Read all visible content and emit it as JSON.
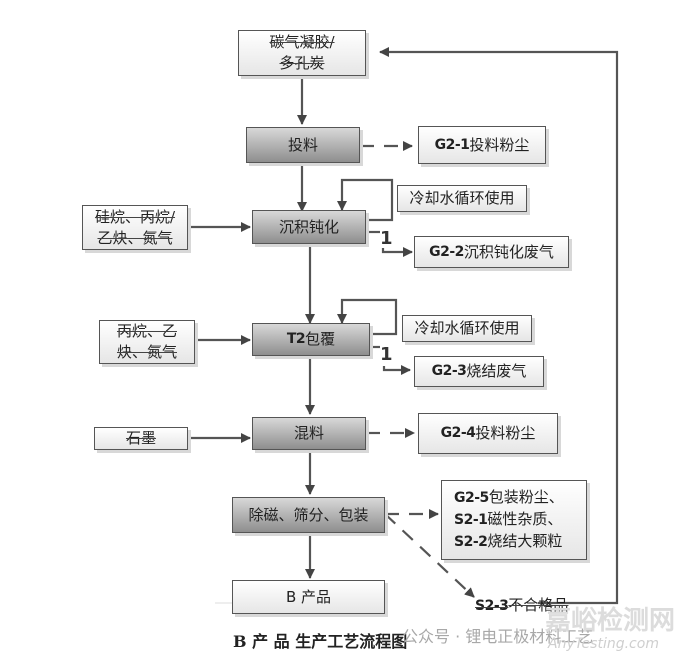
{
  "diagram": {
    "caption": "B 产 品 生产工艺流程图",
    "nodes": {
      "raw": {
        "line1": "碳气凝胶/",
        "line2": "多孔炭"
      },
      "feed": "投料",
      "deposit": "沉积钝化",
      "coat_code": "T2",
      "coat": "包覆",
      "mix": "混料",
      "pack": "除磁、筛分、包装",
      "product": "B 产品"
    },
    "inputs": {
      "in1": {
        "line1": "硅烷、丙烷/",
        "line2": "乙炔、氮气"
      },
      "in2": {
        "line1": "丙烷、乙",
        "line2": "炔、氮气"
      },
      "in3": "石墨"
    },
    "cooling": {
      "label1": "冷却水循环使用",
      "label2": "冷却水循环使用"
    },
    "emissions": {
      "g21": {
        "code": "G2-1",
        "text": "投料粉尘"
      },
      "g22": {
        "code": "G2-2",
        "text": "沉积钝化废气"
      },
      "g23": {
        "code": "G2-3",
        "text": "烧结废气"
      },
      "g24": {
        "code": "G2-4",
        "text": "投料粉尘"
      },
      "g25": {
        "code": "G2-5",
        "text": "包装粉尘、"
      },
      "s21": {
        "code": "S2-1",
        "text": "磁性杂质、"
      },
      "s22": {
        "code": "S2-2",
        "text": "烧结大颗粒"
      },
      "s23": {
        "code": "S2-3",
        "text": "不合格品"
      }
    },
    "edge_labels": {
      "one_a": "1",
      "one_b": "1"
    }
  },
  "watermark": {
    "text1": "公众号 · 锂电正极材料工艺",
    "text2": "嘉峪检测网",
    "text3": "AnyTesting.com"
  }
}
